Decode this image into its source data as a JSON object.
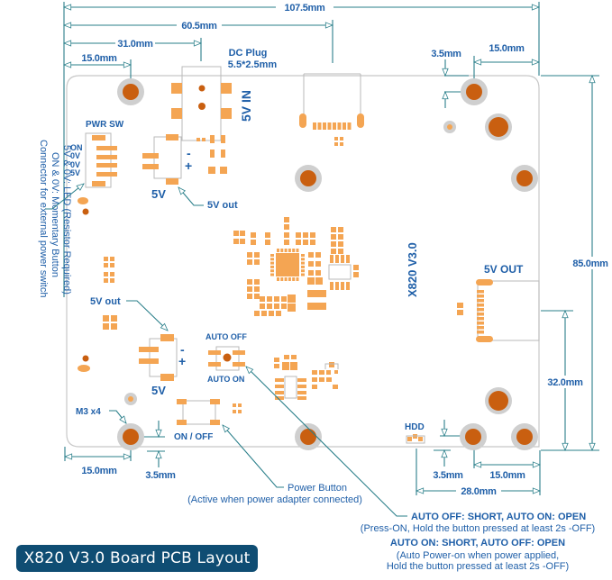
{
  "title": "X820 V3.0 Board PCB Layout",
  "board_label": "X820 V3.0",
  "dimensions": {
    "total_width": "107.5mm",
    "dc_offset": "60.5mm",
    "connector_offset": "31.0mm",
    "hole_left_top": "15.0mm",
    "hole_right_top": "15.0mm",
    "inset_top_right": "3.5mm",
    "height": "85.0mm",
    "usb_offset": "32.0mm",
    "hole_left_bottom": "15.0mm",
    "inset_bottom_left": "3.5mm",
    "inset_bottom_right": "3.5mm",
    "hole_right_bottom": "15.0mm",
    "hdd_offset": "28.0mm"
  },
  "labels": {
    "dc_plug_line1": "DC Plug",
    "dc_plug_line2": "5.5*2.5mm",
    "five_v_in": "5V IN",
    "pwr_sw": "PWR SW",
    "pwr_pins": [
      "ON",
      "0V",
      "0V",
      "5V"
    ],
    "five_v_top": "5V",
    "five_v_out_top": "5V out",
    "five_v_out_left": "5V out",
    "five_v_bottom": "5V",
    "minus": "-",
    "plus": "+",
    "auto_off": "AUTO OFF",
    "auto_on": "AUTO ON",
    "on_off": "ON / OFF",
    "m3": "M3 x4",
    "five_v_out_right": "5V OUT",
    "hdd": "HDD"
  },
  "side_note": {
    "line1": "Connector for external power switch",
    "line2": "ON & 0V: Momentary Button",
    "line3": "5V & 0V: LED (Resistor Required)"
  },
  "power_button_note": {
    "line1": "Power Button",
    "line2": "(Active when power adapter connected)"
  },
  "jumper_note": {
    "line1": "AUTO OFF: SHORT, AUTO ON: OPEN",
    "line2": "(Press-ON, Hold the button pressed at least 2s -OFF)",
    "line3": "AUTO ON: SHORT, AUTO OFF: OPEN",
    "line4": "(Auto Power-on when power applied,",
    "line5": "Hold the button  pressed at least 2s -OFF)"
  },
  "colors": {
    "dimension_line": "#2a7f8a",
    "label_text": "#1f5fa8",
    "pad": "#f4a553",
    "hole_core": "#c95f10",
    "badge_bg": "#0f4d73"
  }
}
